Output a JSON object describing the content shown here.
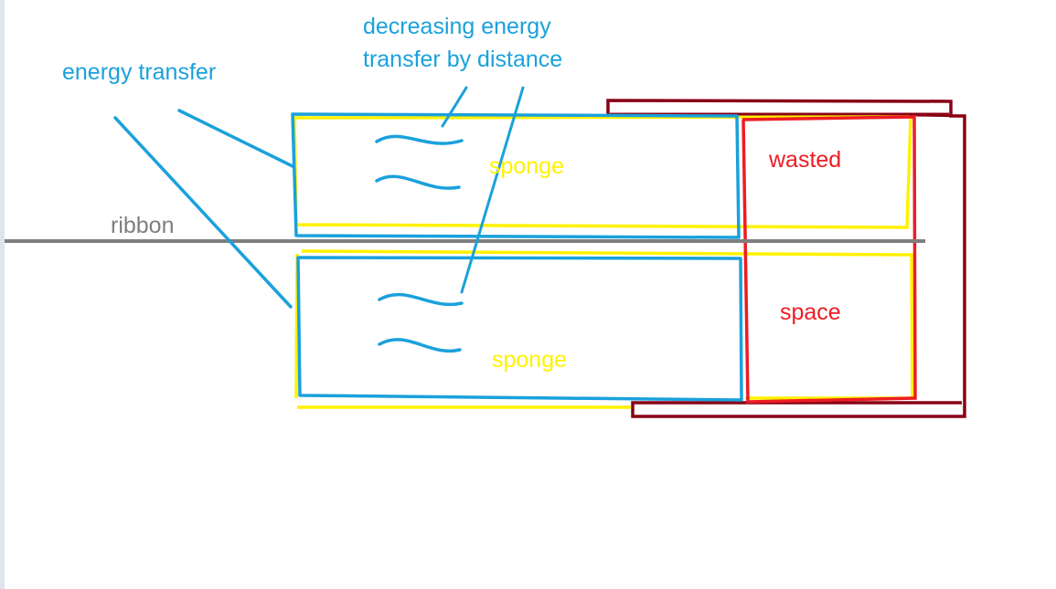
{
  "colors": {
    "blue": "#1aa1dc",
    "yellow": "#fff200",
    "red": "#ed1c24",
    "dark_red": "#880015",
    "gray": "#7f7f7f",
    "background": "#ffffff"
  },
  "labels": {
    "energy_transfer": "energy transfer",
    "decreasing_line1": "decreasing energy",
    "decreasing_line2": "transfer by distance",
    "ribbon": "ribbon",
    "sponge_top": "sponge",
    "sponge_bottom": "sponge",
    "wasted": "wasted",
    "space": "space"
  }
}
